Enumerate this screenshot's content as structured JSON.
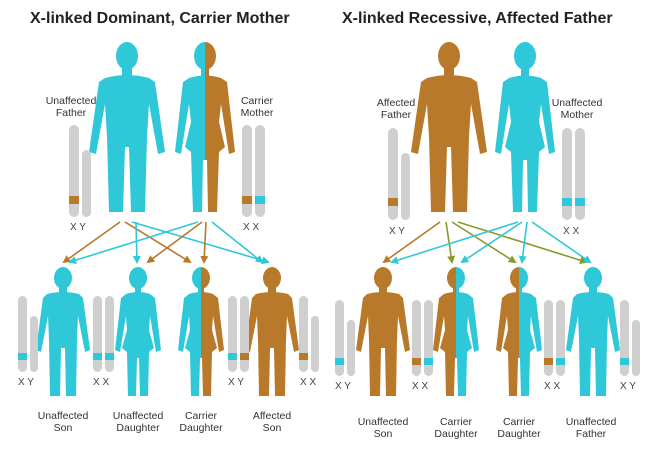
{
  "colors": {
    "affected": "#b87a2a",
    "unaffected": "#2ec8d8",
    "chromosome": "#cfcfcf"
  },
  "left": {
    "title": "X-linked Dominant, Carrier Mother",
    "father": {
      "line1": "Unaffected",
      "line2": "Father",
      "chrom": "X Y"
    },
    "mother": {
      "line1": "Carrier",
      "line2": "Mother",
      "chrom": "X X"
    },
    "children": [
      {
        "line1": "Unaffected",
        "line2": "Son",
        "chrom": "X Y"
      },
      {
        "line1": "Unaffected",
        "line2": "Daughter",
        "chrom": "X X"
      },
      {
        "line1": "Carrier",
        "line2": "Daughter",
        "chrom": "X Y"
      },
      {
        "line1": "Affected",
        "line2": "Son",
        "chrom": "X X"
      }
    ]
  },
  "right": {
    "title": "X-linked Recessive, Affected Father",
    "father": {
      "line1": "Affected",
      "line2": "Father",
      "chrom": "X Y"
    },
    "mother": {
      "line1": "Unaffected",
      "line2": "Mother",
      "chrom": "X X"
    },
    "children": [
      {
        "line1": "Unaffected",
        "line2": "Son",
        "chrom": "X Y"
      },
      {
        "line1": "Carrier",
        "line2": "Daughter",
        "chrom": "X X"
      },
      {
        "line1": "Carrier",
        "line2": "Daughter",
        "chrom": "X X"
      },
      {
        "line1": "Unaffected",
        "line2": "Father",
        "chrom": "X Y"
      }
    ]
  }
}
